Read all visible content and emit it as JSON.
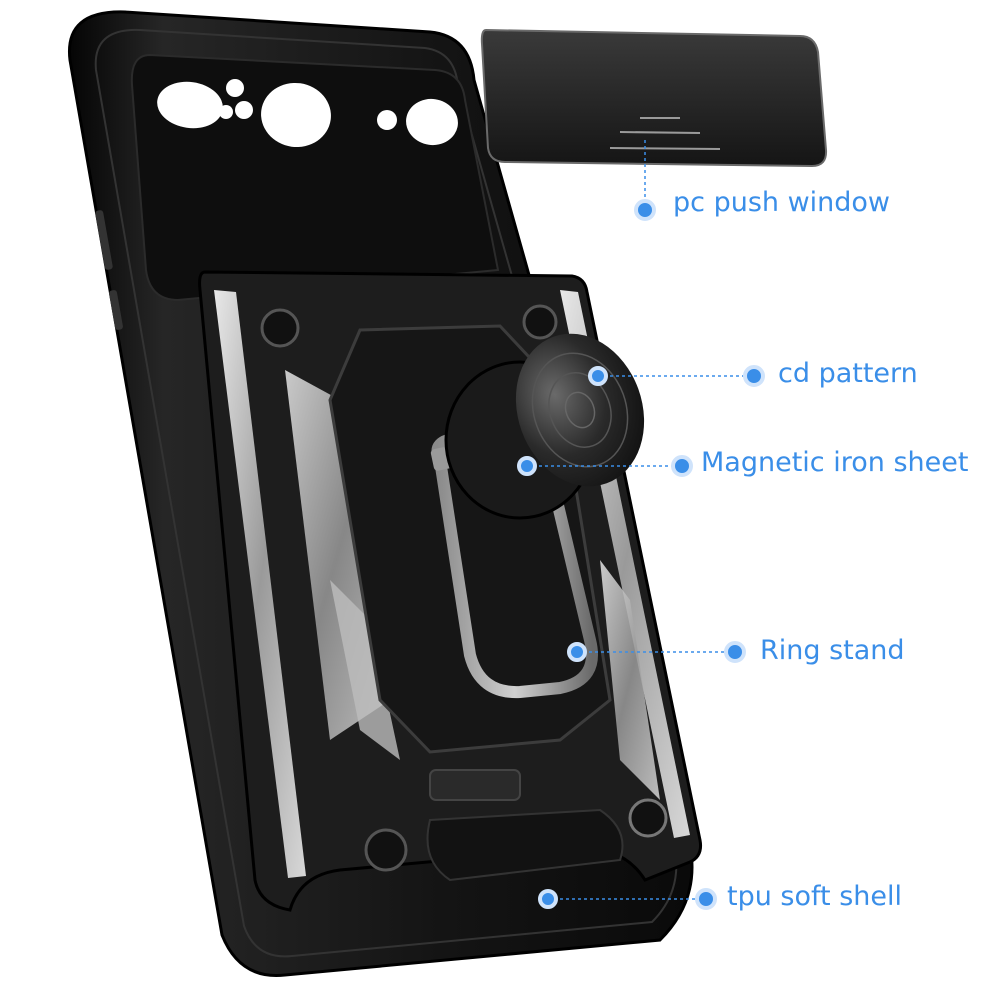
{
  "colors": {
    "background": "#ffffff",
    "accent": "#3a8ee8",
    "label_text": "#3a8ee8",
    "case_body": "#1b1b1b",
    "armor": "#232323",
    "silver_trim": "#bfbfbf"
  },
  "callouts": [
    {
      "id": "pc-push-window",
      "text": "pc push window"
    },
    {
      "id": "cd-pattern",
      "text": "cd pattern"
    },
    {
      "id": "magnetic-iron-sheet",
      "text": "Magnetic iron sheet"
    },
    {
      "id": "ring-stand",
      "text": "Ring stand"
    },
    {
      "id": "tpu-soft-shell",
      "text": "tpu soft shell"
    }
  ]
}
